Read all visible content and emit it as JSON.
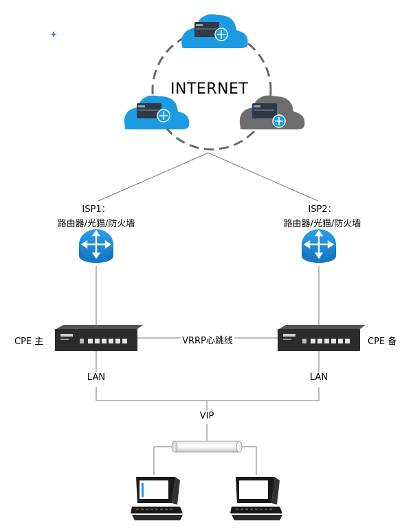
{
  "internet": {
    "label": "INTERNET"
  },
  "isp1": {
    "line1": "ISP1：",
    "line2": "路由器/光猫/防火墙"
  },
  "isp2": {
    "line1": "ISP2：",
    "line2": "路由器/光猫/防火墙"
  },
  "cpe_main": {
    "label": "CPE 主"
  },
  "cpe_backup": {
    "label": "CPE 备"
  },
  "heartbeat": {
    "label": "VRRP心跳线"
  },
  "lan_left": {
    "label": "LAN"
  },
  "lan_right": {
    "label": "LAN"
  },
  "vip": {
    "label": "VIP"
  },
  "colors": {
    "cloud_blue": "#1C9BE3",
    "cloud_gray": "#6E6E6E",
    "router_blue": "#1E88D6",
    "device_dark": "#2B2B2B",
    "line": "#555555",
    "dashed_ring": "#6A6A6A"
  }
}
